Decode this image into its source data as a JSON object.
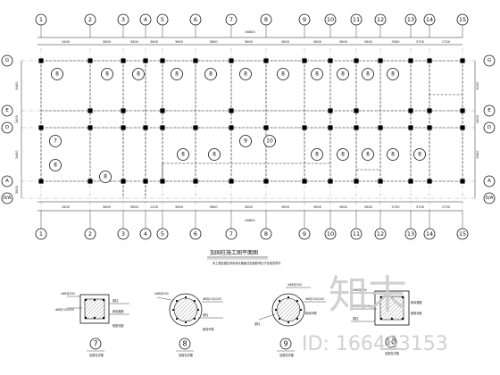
{
  "plan": {
    "title": "加固柱施工图平面图",
    "subtitle": "本工程加固柱采用增大截面法加固原有柱子及相关构件",
    "total_dimension": "46800",
    "top_dims": [
      "3400",
      "3800",
      "3800",
      "3600",
      "3600",
      "3600",
      "3600",
      "3600",
      "3600",
      "3600",
      "3600",
      "3900",
      "3700",
      "2700"
    ],
    "bottom_dims": [
      "3400",
      "3800",
      "3800",
      "1200",
      "3600",
      "3600",
      "3600",
      "3600",
      "3600",
      "3600",
      "3600",
      "3700",
      "3700",
      "2700"
    ],
    "left_dims": [
      "5400",
      "2400",
      "5400",
      "3800"
    ],
    "right_dims": [
      "4200",
      "2400",
      "5400"
    ],
    "col_axes": [
      "1",
      "2",
      "3",
      "4",
      "5",
      "6",
      "7",
      "8",
      "9",
      "10",
      "11",
      "12",
      "13",
      "14",
      "15"
    ],
    "row_axes": [
      "G",
      "E",
      "D",
      "A",
      "0/A"
    ],
    "callouts_g": [
      "8",
      "8",
      "8",
      "8",
      "8",
      "8",
      "8",
      "8",
      "8",
      "8",
      "8"
    ],
    "callouts_d": [
      "7",
      "8",
      "8",
      "8",
      "8",
      "9",
      "10",
      "8",
      "8",
      "8",
      "8",
      "8"
    ]
  },
  "details": [
    {
      "id": "7",
      "label": "加固柱详图",
      "type": "square",
      "notes": [
        "4Φ8@200",
        "Φ8@100/200",
        "原柱",
        "新增箍筋",
        "植筋深度"
      ]
    },
    {
      "id": "8",
      "label": "加固柱详图",
      "type": "circle",
      "notes": [
        "4Φ8@200",
        "Φ8@100/200",
        "原柱",
        "新增纵筋"
      ]
    },
    {
      "id": "9",
      "label": "加固柱详图",
      "type": "circle",
      "notes": [
        "4Φ8@200",
        "Φ8@100/200",
        "原柱",
        "新增纵筋"
      ]
    },
    {
      "id": "10",
      "label": "加固柱详图",
      "type": "square",
      "notes": [
        "4Φ8@200",
        "Φ8@100/200",
        "原柱",
        "新增箍筋",
        "植筋深度"
      ]
    }
  ],
  "watermark": {
    "brand": "知末",
    "id_text": "ID: 166463153"
  }
}
